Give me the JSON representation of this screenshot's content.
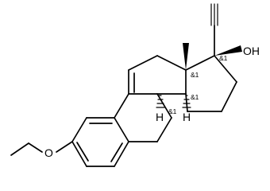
{
  "molecule": {
    "atom_labels": {
      "hydroxyl": "OH",
      "methoxy_oxygen": "O",
      "hydrogen_8": "H",
      "hydrogen_14": "H"
    },
    "stereo_labels": {
      "c17": "&1",
      "c13": "&1",
      "c14": "&1",
      "c8": "&1"
    }
  }
}
